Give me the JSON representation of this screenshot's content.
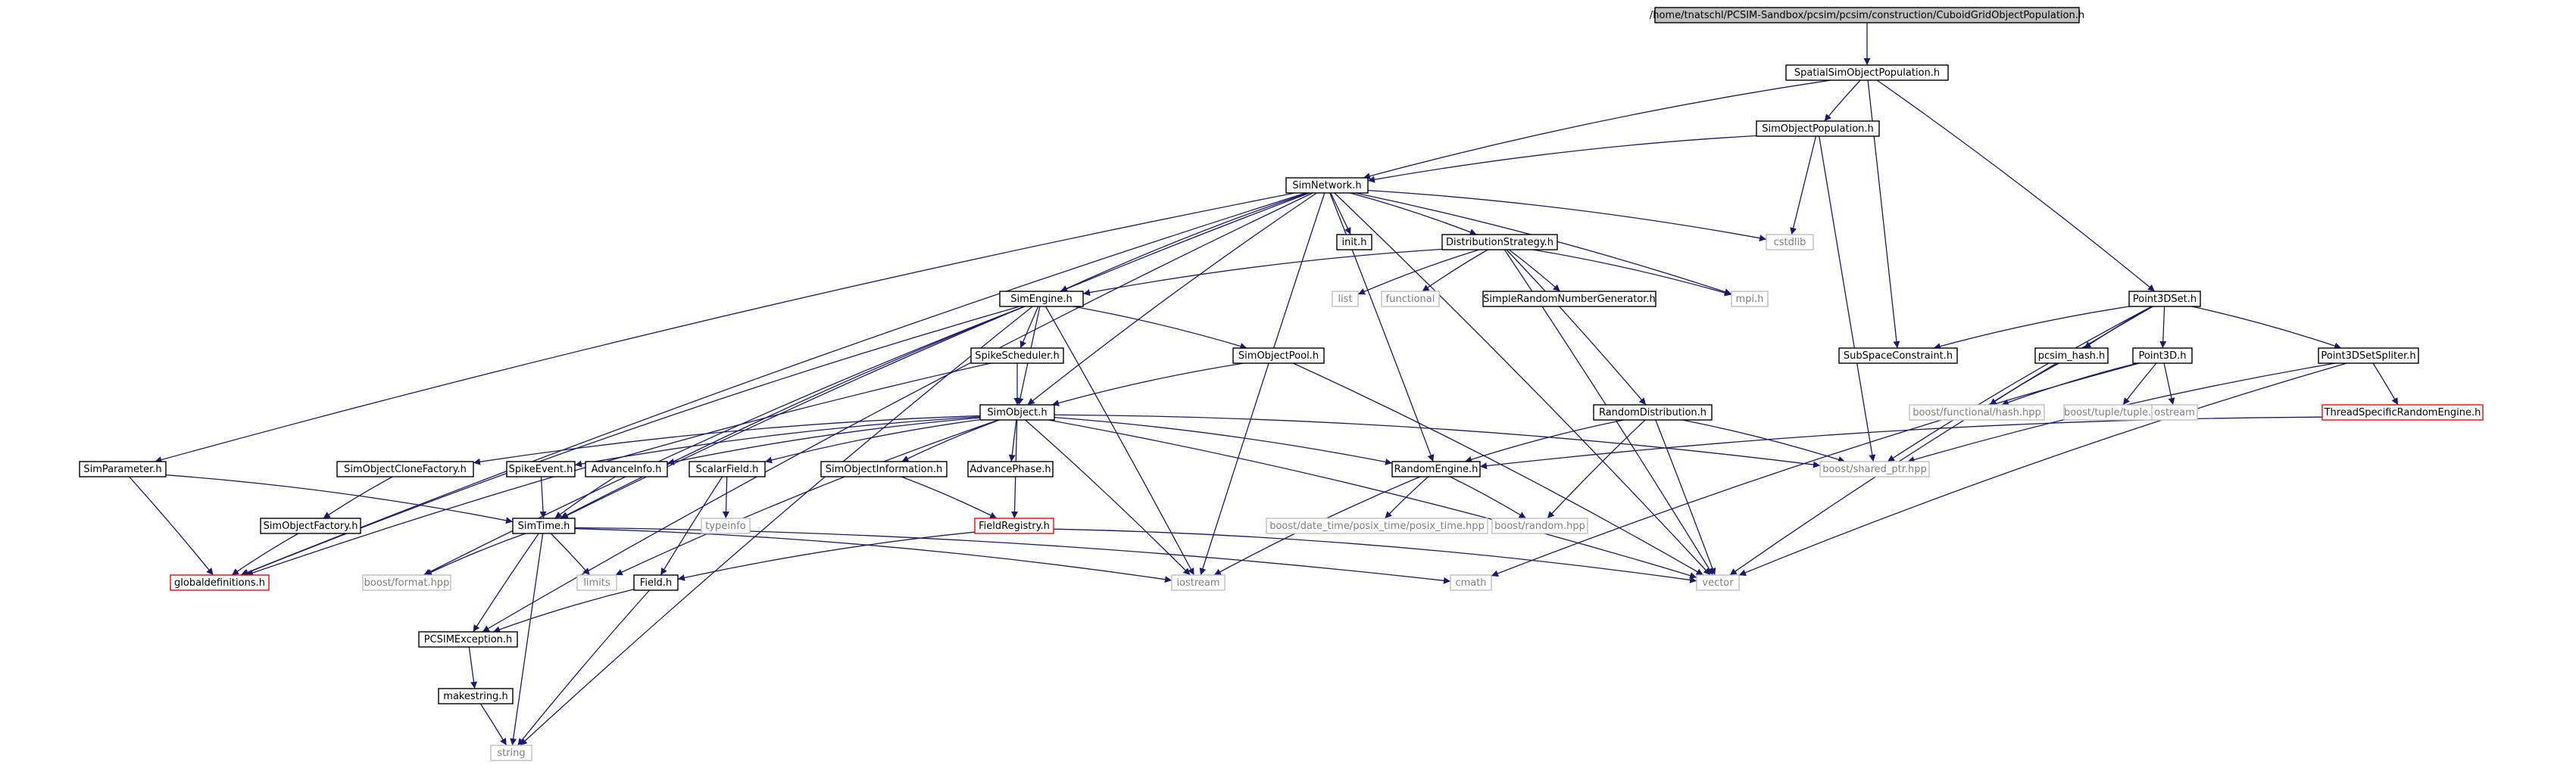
{
  "colors": {
    "background": "#ffffff",
    "edge": "#191970",
    "node_border": "#000000",
    "node_border_external": "#bfbfbf",
    "node_border_truncated": "#ff0000",
    "node_fill": "#ffffff",
    "node_fill_root": "#bfbfbf",
    "text": "#000000",
    "text_external": "#7f7f7f"
  },
  "nodes": [
    {
      "id": "cuboid",
      "label": "/home/tnatschl/PCSIM-Sandbox/pcsim/pcsim/construction/CuboidGridObjectPopulation.h",
      "kind": "root"
    },
    {
      "id": "spatial",
      "label": "SpatialSimObjectPopulation.h",
      "kind": "normal"
    },
    {
      "id": "simobjpop",
      "label": "SimObjectPopulation.h",
      "kind": "normal"
    },
    {
      "id": "simnetwork",
      "label": "SimNetwork.h",
      "kind": "normal"
    },
    {
      "id": "init",
      "label": "init.h",
      "kind": "normal"
    },
    {
      "id": "cstdlib",
      "label": "cstdlib",
      "kind": "external"
    },
    {
      "id": "diststrat",
      "label": "DistributionStrategy.h",
      "kind": "normal"
    },
    {
      "id": "list",
      "label": "list",
      "kind": "external"
    },
    {
      "id": "functional",
      "label": "functional",
      "kind": "external"
    },
    {
      "id": "simplerng",
      "label": "SimpleRandomNumberGenerator.h",
      "kind": "normal"
    },
    {
      "id": "mpi",
      "label": "mpi.h",
      "kind": "external"
    },
    {
      "id": "simengine",
      "label": "SimEngine.h",
      "kind": "normal"
    },
    {
      "id": "spikesched",
      "label": "SpikeScheduler.h",
      "kind": "normal"
    },
    {
      "id": "simobjpool",
      "label": "SimObjectPool.h",
      "kind": "normal"
    },
    {
      "id": "simobject",
      "label": "SimObject.h",
      "kind": "normal"
    },
    {
      "id": "randdist",
      "label": "RandomDistribution.h",
      "kind": "normal"
    },
    {
      "id": "simparam",
      "label": "SimParameter.h",
      "kind": "normal"
    },
    {
      "id": "simobjclone",
      "label": "SimObjectCloneFactory.h",
      "kind": "normal"
    },
    {
      "id": "spikeevent",
      "label": "SpikeEvent.h",
      "kind": "normal"
    },
    {
      "id": "advanceinfo",
      "label": "AdvanceInfo.h",
      "kind": "normal"
    },
    {
      "id": "scalarfield",
      "label": "ScalarField.h",
      "kind": "normal"
    },
    {
      "id": "simobjinfo",
      "label": "SimObjectInformation.h",
      "kind": "normal"
    },
    {
      "id": "advancephase",
      "label": "AdvancePhase.h",
      "kind": "normal"
    },
    {
      "id": "randengine",
      "label": "RandomEngine.h",
      "kind": "normal"
    },
    {
      "id": "sharedptr",
      "label": "boost/shared_ptr.hpp",
      "kind": "external"
    },
    {
      "id": "simobjfactory",
      "label": "SimObjectFactory.h",
      "kind": "normal"
    },
    {
      "id": "simtime",
      "label": "SimTime.h",
      "kind": "normal"
    },
    {
      "id": "typeinfo",
      "label": "typeinfo",
      "kind": "external"
    },
    {
      "id": "fieldreg",
      "label": "FieldRegistry.h",
      "kind": "truncated"
    },
    {
      "id": "posixtime",
      "label": "boost/date_time/posix_time/posix_time.hpp",
      "kind": "external"
    },
    {
      "id": "boostrandom",
      "label": "boost/random.hpp",
      "kind": "external"
    },
    {
      "id": "globaldefs",
      "label": "globaldefinitions.h",
      "kind": "truncated"
    },
    {
      "id": "boostformat",
      "label": "boost/format.hpp",
      "kind": "external"
    },
    {
      "id": "limits",
      "label": "limits",
      "kind": "external"
    },
    {
      "id": "field",
      "label": "Field.h",
      "kind": "normal"
    },
    {
      "id": "iostream",
      "label": "iostream",
      "kind": "external"
    },
    {
      "id": "cmath",
      "label": "cmath",
      "kind": "external"
    },
    {
      "id": "vector",
      "label": "vector",
      "kind": "external"
    },
    {
      "id": "pcsimexc",
      "label": "PCSIMException.h",
      "kind": "normal"
    },
    {
      "id": "makestring",
      "label": "makestring.h",
      "kind": "normal"
    },
    {
      "id": "string",
      "label": "string",
      "kind": "external"
    },
    {
      "id": "point3dset",
      "label": "Point3DSet.h",
      "kind": "normal"
    },
    {
      "id": "subspace",
      "label": "SubSpaceConstraint.h",
      "kind": "normal"
    },
    {
      "id": "pcsimhash",
      "label": "pcsim_hash.h",
      "kind": "normal"
    },
    {
      "id": "point3d",
      "label": "Point3D.h",
      "kind": "normal"
    },
    {
      "id": "point3dsplitter",
      "label": "Point3DSetSpliter.h",
      "kind": "normal"
    },
    {
      "id": "boosthash",
      "label": "boost/functional/hash.hpp",
      "kind": "external"
    },
    {
      "id": "boosttuple",
      "label": "boost/tuple/tuple.hpp",
      "kind": "external"
    },
    {
      "id": "ostream",
      "label": "ostream",
      "kind": "external"
    },
    {
      "id": "threadrng",
      "label": "ThreadSpecificRandomEngine.h",
      "kind": "truncated"
    }
  ],
  "edges": [
    [
      "cuboid",
      "spatial"
    ],
    [
      "spatial",
      "simobjpop"
    ],
    [
      "spatial",
      "simnetwork"
    ],
    [
      "spatial",
      "subspace"
    ],
    [
      "spatial",
      "point3dset"
    ],
    [
      "simobjpop",
      "simnetwork"
    ],
    [
      "simobjpop",
      "cstdlib"
    ],
    [
      "simobjpop",
      "sharedptr"
    ],
    [
      "simnetwork",
      "init"
    ],
    [
      "simnetwork",
      "cstdlib"
    ],
    [
      "simnetwork",
      "diststrat"
    ],
    [
      "simnetwork",
      "mpi"
    ],
    [
      "simnetwork",
      "simengine"
    ],
    [
      "simnetwork",
      "simobject"
    ],
    [
      "simnetwork",
      "simparam"
    ],
    [
      "simnetwork",
      "simtime"
    ],
    [
      "simnetwork",
      "pcsimexc"
    ],
    [
      "simnetwork",
      "randengine"
    ],
    [
      "simnetwork",
      "iostream"
    ],
    [
      "simnetwork",
      "vector"
    ],
    [
      "simnetwork",
      "globaldefs"
    ],
    [
      "diststrat",
      "list"
    ],
    [
      "diststrat",
      "functional"
    ],
    [
      "diststrat",
      "simplerng"
    ],
    [
      "diststrat",
      "mpi"
    ],
    [
      "diststrat",
      "simengine"
    ],
    [
      "diststrat",
      "randdist"
    ],
    [
      "diststrat",
      "vector"
    ],
    [
      "simengine",
      "spikesched"
    ],
    [
      "simengine",
      "simobjpool"
    ],
    [
      "simengine",
      "simobject"
    ],
    [
      "simengine",
      "globaldefs"
    ],
    [
      "simengine",
      "iostream"
    ],
    [
      "simengine",
      "boostformat"
    ],
    [
      "simengine",
      "string"
    ],
    [
      "simengine",
      "simtime"
    ],
    [
      "spikesched",
      "simobject"
    ],
    [
      "spikesched",
      "globaldefs"
    ],
    [
      "simobjpool",
      "simobject"
    ],
    [
      "simobjpool",
      "vector"
    ],
    [
      "simobject",
      "simobjclone"
    ],
    [
      "simobject",
      "spikeevent"
    ],
    [
      "simobject",
      "advanceinfo"
    ],
    [
      "simobject",
      "scalarfield"
    ],
    [
      "simobject",
      "simobjinfo"
    ],
    [
      "simobject",
      "advancephase"
    ],
    [
      "simobject",
      "randengine"
    ],
    [
      "simobject",
      "sharedptr"
    ],
    [
      "simobject",
      "fieldreg"
    ],
    [
      "simobject",
      "iostream"
    ],
    [
      "simobject",
      "vector"
    ],
    [
      "simobject",
      "limits"
    ],
    [
      "randdist",
      "randengine"
    ],
    [
      "randdist",
      "boostrandom"
    ],
    [
      "randdist",
      "vector"
    ],
    [
      "randdist",
      "sharedptr"
    ],
    [
      "simparam",
      "globaldefs"
    ],
    [
      "simparam",
      "simtime"
    ],
    [
      "simobjclone",
      "simobjfactory"
    ],
    [
      "spikeevent",
      "simtime"
    ],
    [
      "advanceinfo",
      "simtime"
    ],
    [
      "scalarfield",
      "typeinfo"
    ],
    [
      "scalarfield",
      "field"
    ],
    [
      "simobjinfo",
      "fieldreg"
    ],
    [
      "randengine",
      "posixtime"
    ],
    [
      "randengine",
      "boostrandom"
    ],
    [
      "randengine",
      "iostream"
    ],
    [
      "simobjfactory",
      "globaldefs"
    ],
    [
      "simtime",
      "limits"
    ],
    [
      "simtime",
      "iostream"
    ],
    [
      "simtime",
      "cmath"
    ],
    [
      "simtime",
      "pcsimexc"
    ],
    [
      "simtime",
      "string"
    ],
    [
      "simtime",
      "boostformat"
    ],
    [
      "fieldreg",
      "field"
    ],
    [
      "fieldreg",
      "vector"
    ],
    [
      "field",
      "pcsimexc"
    ],
    [
      "field",
      "string"
    ],
    [
      "pcsimexc",
      "makestring"
    ],
    [
      "makestring",
      "string"
    ],
    [
      "point3dset",
      "subspace"
    ],
    [
      "point3dset",
      "pcsimhash"
    ],
    [
      "point3dset",
      "point3d"
    ],
    [
      "point3dset",
      "point3dsplitter"
    ],
    [
      "point3dset",
      "vector"
    ],
    [
      "point3dset",
      "sharedptr"
    ],
    [
      "pcsimhash",
      "boosthash"
    ],
    [
      "point3d",
      "boosthash"
    ],
    [
      "point3d",
      "boosttuple"
    ],
    [
      "point3d",
      "ostream"
    ],
    [
      "point3d",
      "cmath"
    ],
    [
      "point3dsplitter",
      "threadrng"
    ],
    [
      "point3dsplitter",
      "sharedptr"
    ],
    [
      "point3dsplitter",
      "vector"
    ],
    [
      "threadrng",
      "randengine"
    ]
  ]
}
